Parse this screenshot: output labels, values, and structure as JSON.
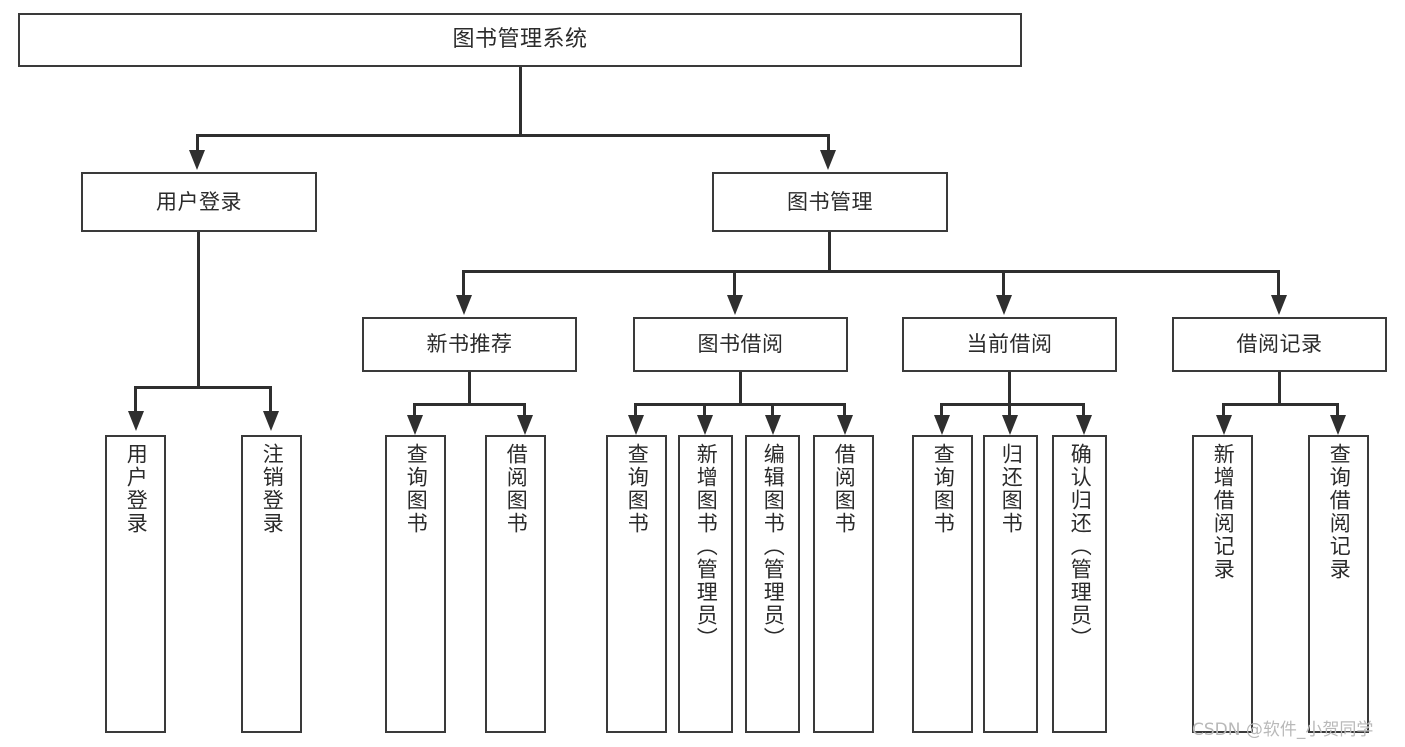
{
  "diagram": {
    "title": "图书管理系统",
    "type": "tree-hierarchy",
    "watermark": "CSDN @软件_小贺同学",
    "colors": {
      "background": "#ffffff",
      "box_border": "#3a3a3a",
      "connector": "#2f2f2f",
      "text": "#2b2b2b",
      "watermark": "#b9b9b9"
    },
    "root": {
      "label": "图书管理系统"
    },
    "level1": [
      {
        "label": "用户登录"
      },
      {
        "label": "图书管理"
      }
    ],
    "level2": [
      {
        "label": "新书推荐"
      },
      {
        "label": "图书借阅"
      },
      {
        "label": "当前借阅"
      },
      {
        "label": "借阅记录"
      }
    ],
    "leaves": {
      "user_login": [
        {
          "label": "用户登录"
        },
        {
          "label": "注销登录"
        }
      ],
      "new_book_recommend": [
        {
          "label": "查询图书"
        },
        {
          "label": "借阅图书"
        }
      ],
      "book_borrow": [
        {
          "label": "查询图书"
        },
        {
          "label": "新增图书（管理员）"
        },
        {
          "label": "编辑图书（管理员）"
        },
        {
          "label": "借阅图书"
        }
      ],
      "current_borrow": [
        {
          "label": "查询图书"
        },
        {
          "label": "归还图书"
        },
        {
          "label": "确认归还（管理员）"
        }
      ],
      "borrow_records": [
        {
          "label": "新增借阅记录"
        },
        {
          "label": "查询借阅记录"
        }
      ]
    }
  }
}
